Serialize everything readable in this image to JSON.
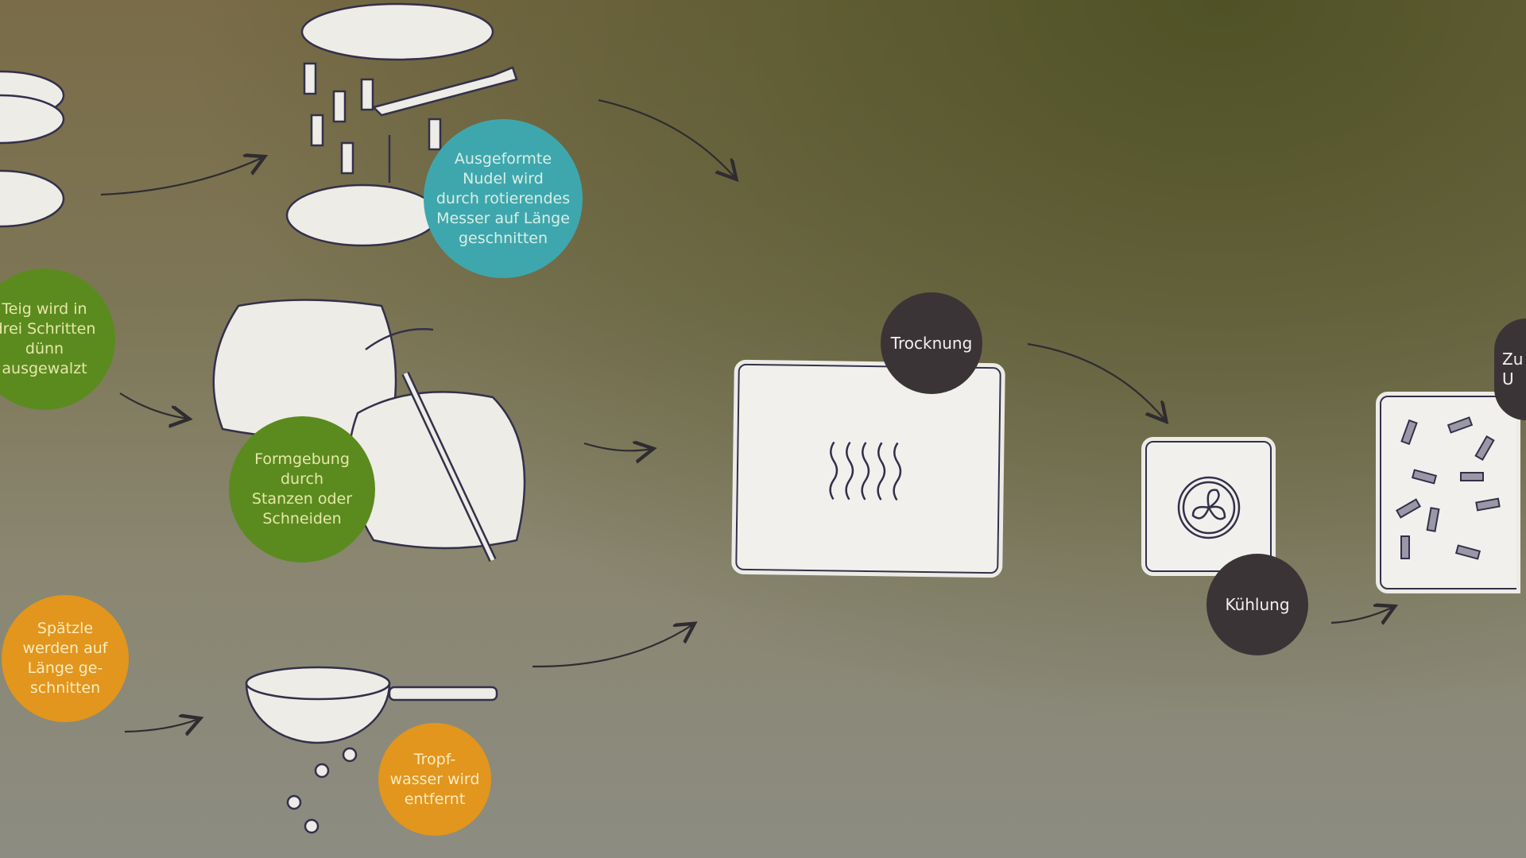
{
  "labels": {
    "cutting": [
      "Ausgeformte",
      "Nudel wird",
      "durch rotierendes",
      "Messer auf Länge",
      "geschnitten"
    ],
    "rolling": [
      "Teig wird in",
      "drei Schritten",
      "dünn",
      "ausgewalzt"
    ],
    "shaping": [
      "Formgebung",
      "durch",
      "Stanzen oder",
      "Schneiden"
    ],
    "spaetzle": [
      "Spätzle",
      "werden auf",
      "Länge ge-",
      "schnitten"
    ],
    "draining": [
      "Tropf-",
      "wasser wird",
      "entfernt"
    ],
    "drying": "Trocknung",
    "cooling": "Kühlung",
    "next_partial": [
      "Zu",
      "U"
    ]
  },
  "colors": {
    "teal": "#3ea7ad",
    "green": "#5b8b1f",
    "orange": "#e2961d",
    "dark": "#3a3436"
  }
}
